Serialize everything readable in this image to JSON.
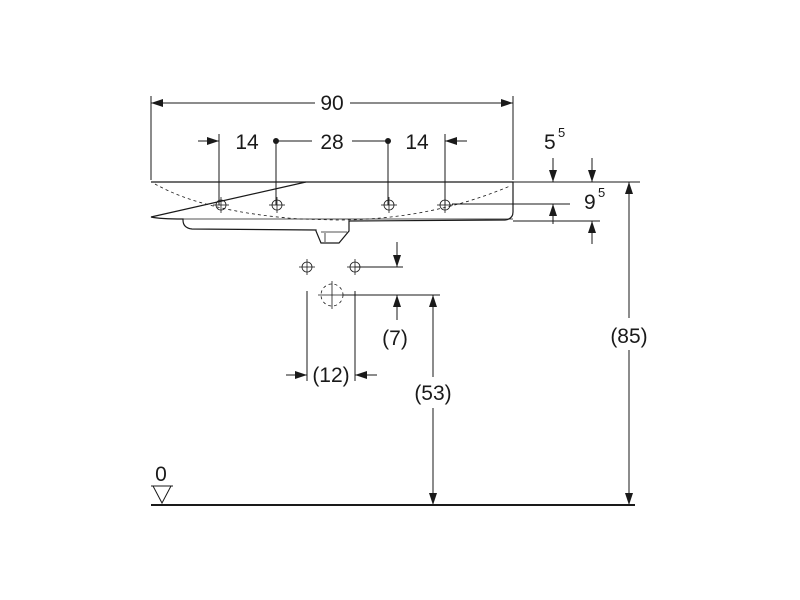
{
  "dimensions": {
    "width": "90",
    "tap_offset_left": "14",
    "tap_spacing": "28",
    "tap_offset_right": "14",
    "rim_depth": {
      "base": "5",
      "sup": "5"
    },
    "tap_depth": {
      "base": "9",
      "sup": "5"
    },
    "waste_drop": "(7)",
    "waste_width": "(12)",
    "waste_height": "(53)",
    "rim_height": "(85)",
    "floor_level": "0"
  }
}
